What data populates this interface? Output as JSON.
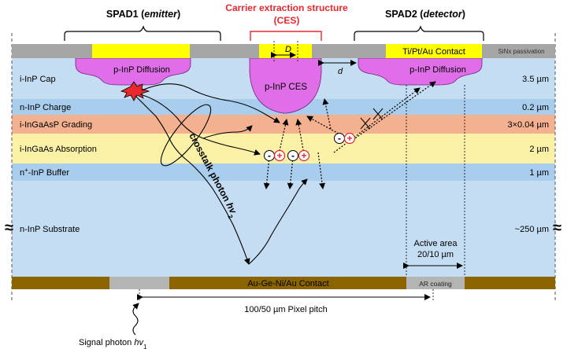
{
  "colors": {
    "cap": "#c5ddf3",
    "charge": "#a9cdec",
    "grading": "#f4b18f",
    "absorption": "#fbf1a6",
    "buffer": "#a9cdec",
    "substrate": "#c5ddf3",
    "passivation": "#a6a6a6",
    "contact_yellow": "#ffff00",
    "diffusion": "#e06ee8",
    "bottom_contact": "#8b6400",
    "ar_coating": "#b4b4b4",
    "ces_red": "#e8282d",
    "spark": "#e8282d",
    "hole": "#e8282d"
  },
  "headers": {
    "spad1_prefix": "SPAD1 (",
    "spad1_role": "emitter",
    "spad1_suffix": ")",
    "ces_title": "Carrier extraction structure",
    "ces_abbrev": "(CES)",
    "spad2_prefix": "SPAD2 (",
    "spad2_role": "detector",
    "spad2_suffix": ")"
  },
  "layers": [
    {
      "name": "i-InP Cap",
      "thickness": "3.5 µm"
    },
    {
      "name": "n-InP Charge",
      "thickness": "0.2 µm"
    },
    {
      "name": "i-InGaAsP Grading",
      "thickness": "3×0.04 µm"
    },
    {
      "name": "i-InGaAs Absorption",
      "thickness": "2 µm"
    },
    {
      "name_sup": "+",
      "name_prefix": "n",
      "name_rest": "-InP Buffer",
      "thickness": "1 µm"
    },
    {
      "name": "n-InP Substrate",
      "thickness": "~250 µm"
    }
  ],
  "labels": {
    "spad1_diffusion": "p-InP Diffusion",
    "ces_diffusion": "p-InP CES",
    "spad2_diffusion": "p-InP Diffusion",
    "top_contact": "Ti/Pt/Au Contact",
    "sinx": "SiNx passivation",
    "dim_D": "D",
    "dim_d": "d",
    "crosstalk_prefix": "crosstalk photon ",
    "crosstalk_hv": "hv",
    "crosstalk_sub": "2",
    "active_area_line1": "Active area",
    "active_area_line2": "20/10 µm",
    "bottom_contact": "Au-Ge-Ni/Au Contact",
    "ar_coating": "AR coating",
    "pixel_pitch": "100/50 µm Pixel pitch",
    "signal_prefix": "Signal photon ",
    "signal_hv": "hv",
    "signal_sub": "1",
    "break_mark": "≈",
    "electron": "-",
    "hole": "+"
  }
}
